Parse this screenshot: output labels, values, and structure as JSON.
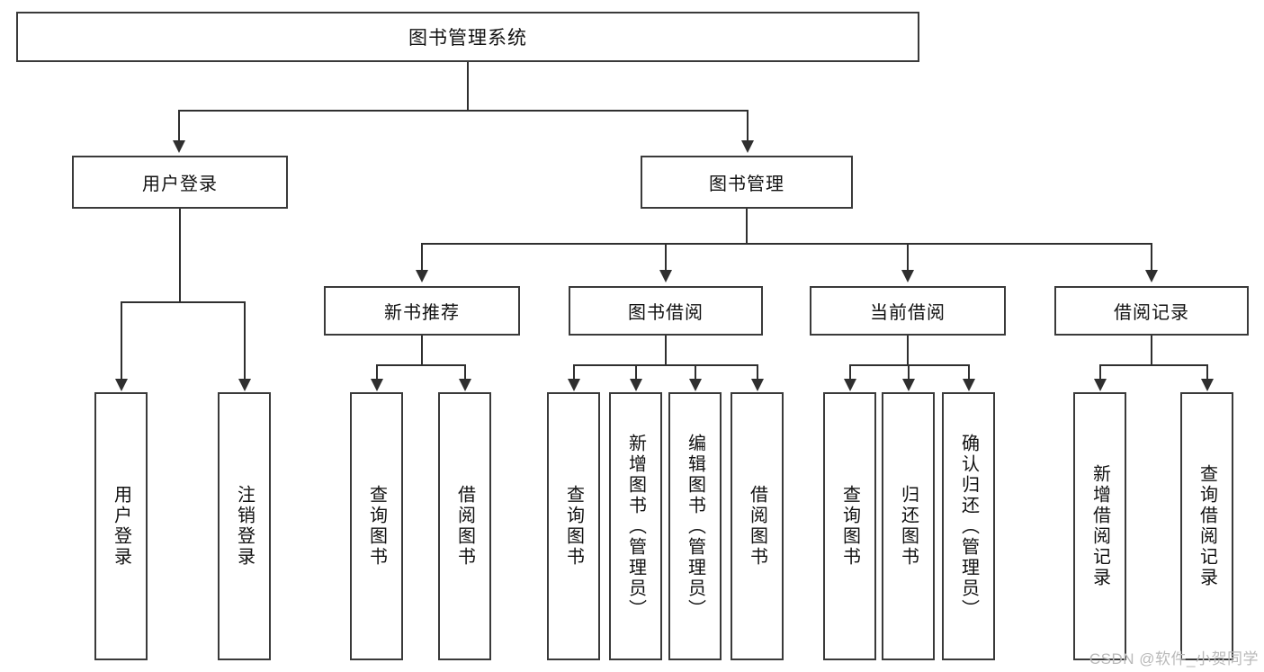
{
  "diagram": {
    "type": "tree-hierarchy",
    "title": "图书管理系统",
    "root": {
      "label": "图书管理系统"
    },
    "level2": [
      {
        "label": "用户登录"
      },
      {
        "label": "图书管理"
      }
    ],
    "level3": [
      {
        "label": "新书推荐"
      },
      {
        "label": "图书借阅"
      },
      {
        "label": "当前借阅"
      },
      {
        "label": "借阅记录"
      }
    ],
    "leaves": {
      "user_login": [
        {
          "label": "用户登录"
        },
        {
          "label": "注销登录"
        }
      ],
      "new_book_recommend": [
        {
          "label": "查询图书"
        },
        {
          "label": "借阅图书"
        }
      ],
      "book_borrow": [
        {
          "label": "查询图书"
        },
        {
          "label": "新增图书（管理员）"
        },
        {
          "label": "编辑图书（管理员）"
        },
        {
          "label": "借阅图书"
        }
      ],
      "current_borrow": [
        {
          "label": "查询图书"
        },
        {
          "label": "归还图书"
        },
        {
          "label": "确认归还（管理员）"
        }
      ],
      "borrow_record": [
        {
          "label": "新增借阅记录"
        },
        {
          "label": "查询借阅记录"
        }
      ]
    }
  },
  "watermark": {
    "text": "CSDN @软件_小贺同学"
  },
  "colors": {
    "box_border": "#3a3a3a",
    "line": "#2f2f2f",
    "text": "#111111",
    "background": "#ffffff",
    "watermark": "#b9b9b9"
  }
}
